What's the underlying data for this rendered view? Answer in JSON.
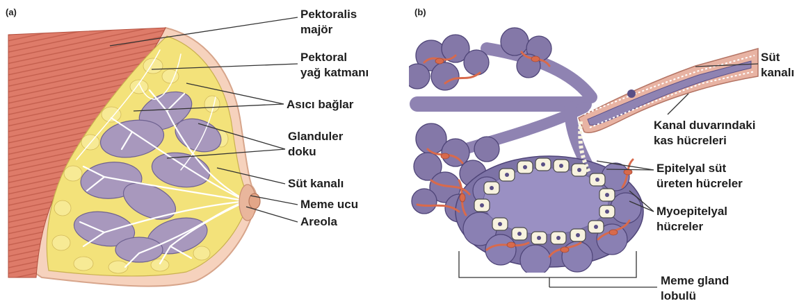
{
  "panel_a": {
    "tag": "(a)",
    "labels": {
      "pectoralis_major": [
        "Pektoralis",
        "majör"
      ],
      "fat_layer": [
        "Pektoral",
        "yağ katmanı"
      ],
      "ligaments": [
        "Asıcı bağlar"
      ],
      "glandular": [
        "Glanduler",
        "doku"
      ],
      "duct": [
        "Süt kanalı"
      ],
      "nipple": [
        "Meme ucu"
      ],
      "areola": [
        "Areola"
      ]
    }
  },
  "panel_b": {
    "tag": "(b)",
    "labels": {
      "duct": [
        "Süt",
        "kanalı"
      ],
      "duct_muscle": [
        "Kanal duvarındaki",
        "kas hücreleri"
      ],
      "epithelial": [
        "Epitelyal süt",
        "üreten hücreler"
      ],
      "myoepithelial": [
        "Myoepitelyal",
        "hücreler"
      ],
      "lobule": [
        "Meme gland",
        "lobulü"
      ]
    }
  },
  "colors": {
    "muscle": "#d9705f",
    "skin": "#f6d2bd",
    "fat": "#f3e27a",
    "gland": "#a898bd",
    "tissue": "#7d73a6",
    "vessel": "#d86a4c",
    "cell": "#f7f2df",
    "line": "#333333"
  }
}
